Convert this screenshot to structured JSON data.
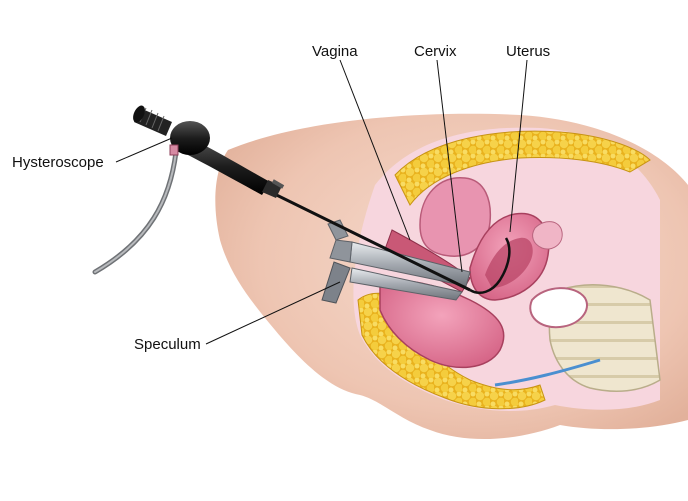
{
  "labels": {
    "vagina": "Vagina",
    "cervix": "Cervix",
    "uterus": "Uterus",
    "hysteroscope": "Hysteroscope",
    "speculum": "Speculum"
  },
  "colors": {
    "skin": "#f1d3c3",
    "fat": "#f2c832",
    "tissue_pink": "#e37a9a",
    "dark_tissue": "#b84a64",
    "instrument_black": "#1f1f1f",
    "speculum_metal": "#9a9fa6",
    "cable": "#8d8f92",
    "leader_line": "#111111"
  }
}
